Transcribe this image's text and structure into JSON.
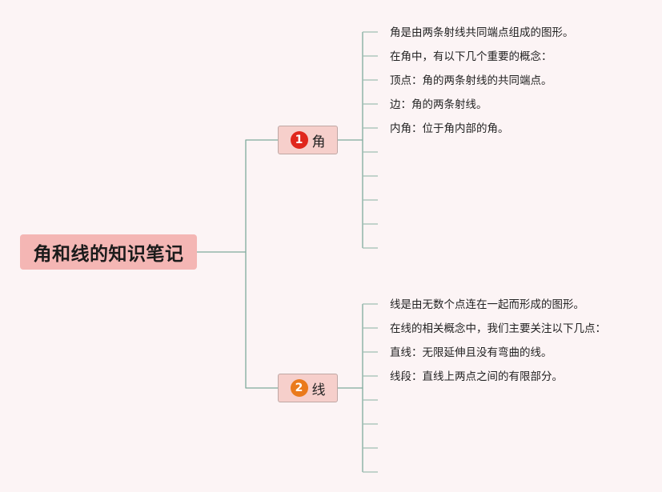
{
  "root": {
    "label": "角和线的知识笔记"
  },
  "branches": [
    {
      "number": "1",
      "label": "角",
      "badge_color": "#e0261c",
      "leaves": [
        "角是由两条射线共同端点组成的图形。",
        "在角中，有以下几个重要的概念：",
        "顶点：角的两条射线的共同端点。",
        "边：角的两条射线。",
        "内角：位于角内部的角。"
      ]
    },
    {
      "number": "2",
      "label": "线",
      "badge_color": "#ea7a1c",
      "leaves": [
        "线是由无数个点连在一起而形成的图形。",
        "在线的相关概念中，我们主要关注以下几点：",
        "直线：无限延伸且没有弯曲的线。",
        "线段：直线上两点之间的有限部分。"
      ]
    }
  ],
  "colors": {
    "background": "#fcf4f5",
    "root_fill": "#f4b6b4",
    "branch_fill": "#f6cfcb",
    "line": "#7fab9c"
  }
}
